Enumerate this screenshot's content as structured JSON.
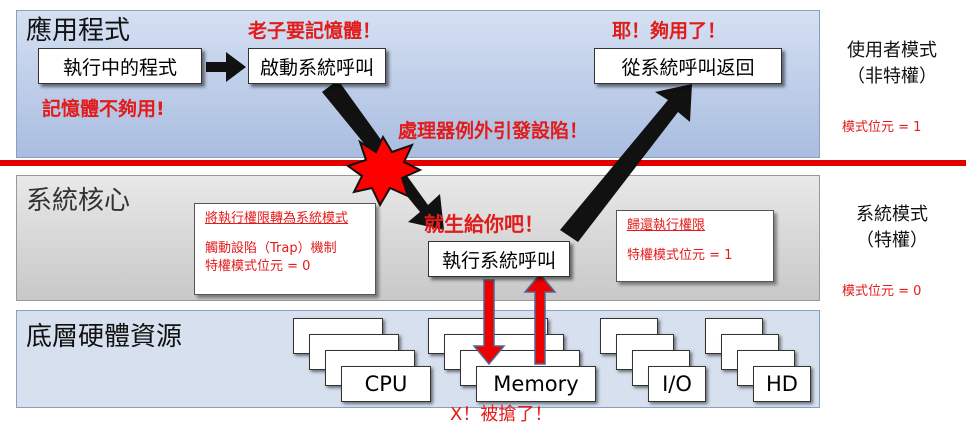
{
  "user_band": {
    "title": "應用程式",
    "program": "執行中的程式",
    "syscall": "啟動系統呼叫",
    "return": "從系統呼叫返回",
    "need_memory": "老子要記憶體！",
    "not_enough": "記憶體不夠用!",
    "enough": "耶！夠用了！",
    "exception": "處理器例外引發設陷！"
  },
  "kernel_band": {
    "title": "系統核心",
    "note_left": {
      "heading": "將執行權限轉為系統模式",
      "line1": "觸動設陷（Trap）機制",
      "line2": "特權模式位元 = 0"
    },
    "give": "就生給你吧！",
    "exec": "執行系統呼叫",
    "note_right": {
      "heading": "歸還執行權限",
      "line1": "特權模式位元 = 1"
    }
  },
  "hw_band": {
    "title": "底層硬體資源",
    "cpu": "CPU",
    "memory": "Memory",
    "io": "I/O",
    "hd": "HD",
    "stolen": "X！被搶了！"
  },
  "side": {
    "user_mode": "使用者模式",
    "user_priv": "（非特權）",
    "user_bit": "模式位元 = 1",
    "sys_mode": "系統模式",
    "sys_priv": "（特權）",
    "sys_bit": "模式位元 = 0"
  }
}
